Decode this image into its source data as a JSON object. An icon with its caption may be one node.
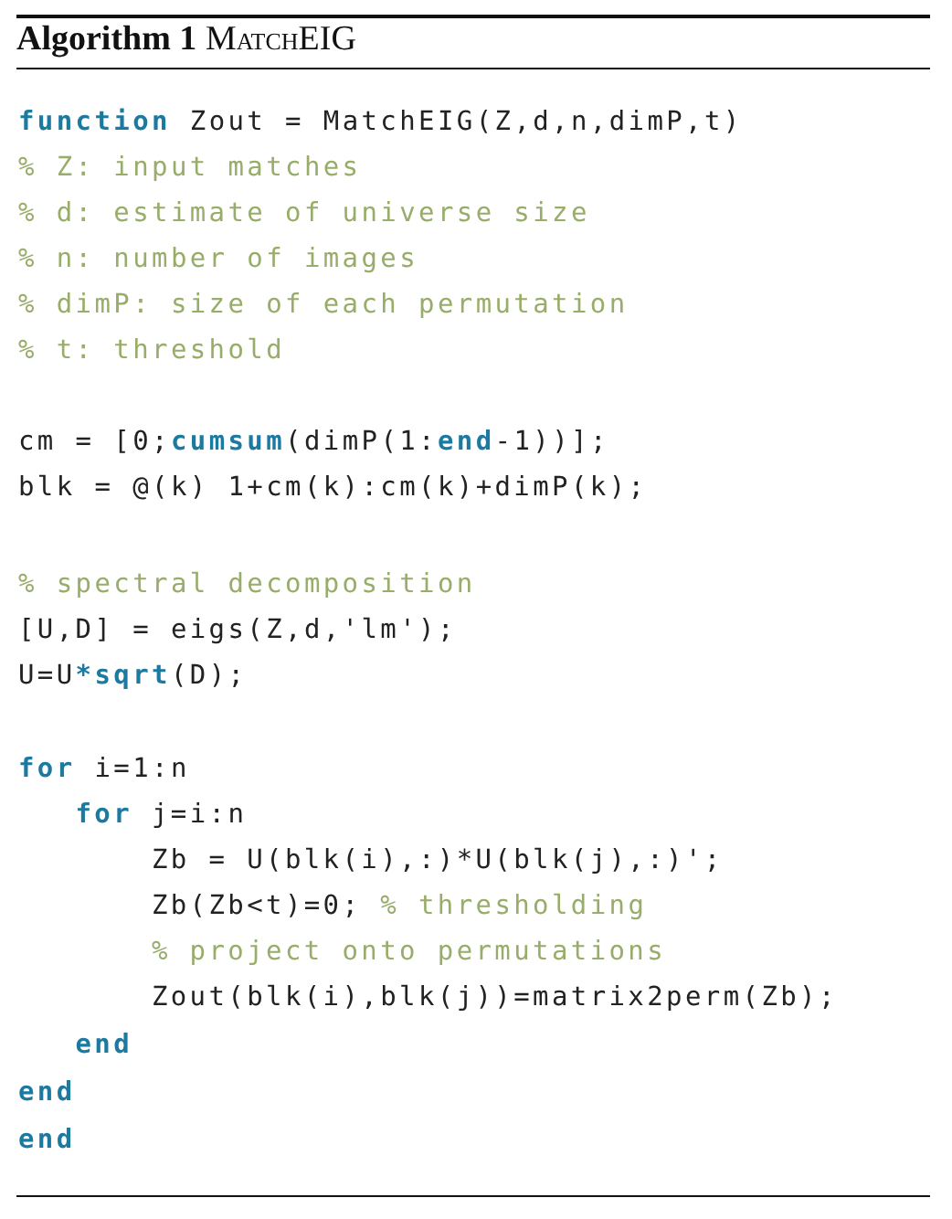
{
  "diagram": {
    "title": "**Algorithm 1** MatchEIG",
    "labels": [
      "**function** Zout = MatchEIG(Z,d,n,dimP,t)",
      "% Z: input matches",
      "% d: estimate of universe size",
      "% n: number of images",
      "% dimP: size of each permutation",
      "% t: threshold",
      "cm = [0;**cumsum**(dimP(1:**end**-1))];",
      "blk = @(k) 1+cm(k):cm(k)+dimP(k);",
      "% spectral decomposition",
      "[U,D] = eigs(Z,d,'lm');",
      "U=U***sqrt**(D);",
      "**for** i=1:n",
      "**for** j=i:n",
      "Zb = U(blk(i),:)*U(blk(j),:)';",
      "Zb(Zb<t)=0; % thresholding",
      "% project onto permutations",
      "Zout(blk(i),blk(j))=matrix2perm(Zb);",
      "**end**",
      "**end**",
      "**end**"
    ]
  }
}
